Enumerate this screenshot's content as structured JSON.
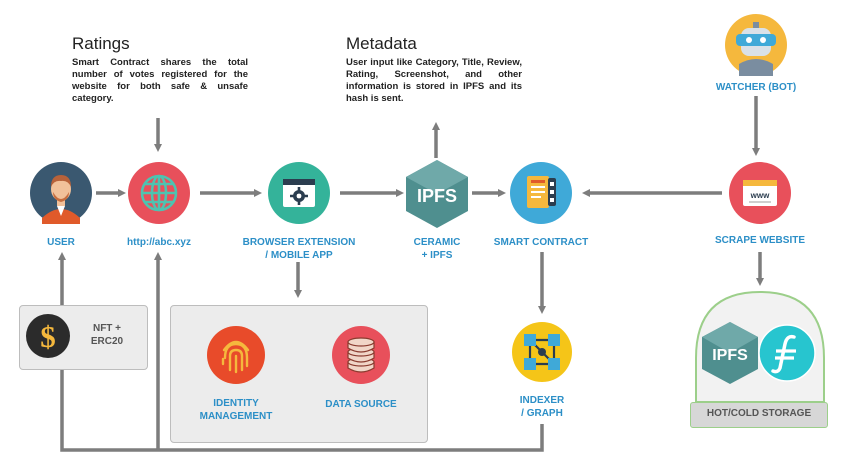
{
  "ratings": {
    "title": "Ratings",
    "desc": "Smart Contract shares the total number of votes registered for the website for both safe & unsafe category."
  },
  "metadata": {
    "title": "Metadata",
    "desc": "User input like Category, Title, Review, Rating, Screenshot, and other information is stored in IPFS and its hash is sent."
  },
  "nodes": {
    "user": "USER",
    "website": "http://abc.xyz",
    "browser_ext_1": "BROWSER EXTENSION",
    "browser_ext_2": "/ MOBILE APP",
    "ceramic_1": "CERAMIC",
    "ceramic_2": "+ IPFS",
    "ipfs_logo": "IPFS",
    "smart_contract": "SMART CONTRACT",
    "scrape_website": "SCRAPE WEBSITE",
    "watcher": "WATCHER (BOT)",
    "nft_1": "NFT +",
    "nft_2": "ERC20",
    "identity_1": "IDENTITY",
    "identity_2": "MANAGEMENT",
    "data_source": "DATA SOURCE",
    "indexer_1": "INDEXER",
    "indexer_2": "/ GRAPH",
    "storage": "HOT/COLD STORAGE",
    "storage_ipfs": "IPFS",
    "browser_www": "www"
  },
  "colors": {
    "arrow": "#7d7d7d",
    "label_blue": "#2c8fc7",
    "user_bg": "#3a5870",
    "website_bg": "#e8505b",
    "browser_bg": "#34b39a",
    "ipfs_bg": "#4f8f8f",
    "contract_bg": "#3fa9d8",
    "scrape_bg": "#e8505b",
    "watcher_bg": "#f5b83d",
    "identity_bg": "#e84b2a",
    "datasource_bg": "#e8505b",
    "indexer_bg": "#f5c518",
    "filecoin_bg": "#27c5cf",
    "dollar_bg": "#2b2b2b"
  }
}
